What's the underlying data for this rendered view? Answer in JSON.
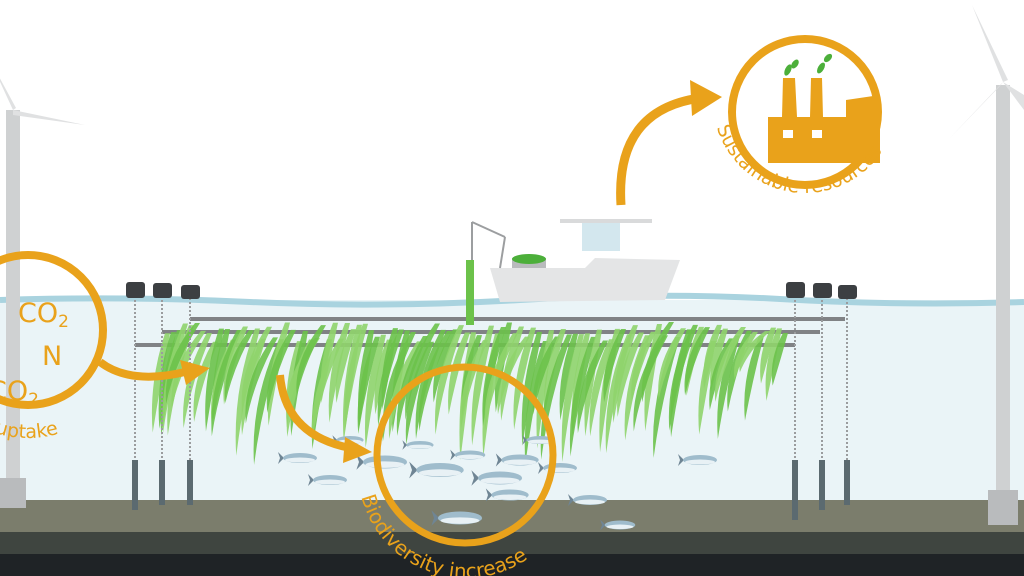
{
  "colors": {
    "accent": "#E9A21B",
    "kelp": "#6cc24a",
    "water": "#eaf4f7",
    "waterline": "#a9d3df",
    "seabed": "#7b7d6c"
  },
  "left_circle": {
    "items": [
      "CO",
      "N",
      "CO"
    ],
    "subscript": "2",
    "caption": "rogen uptake"
  },
  "factory_circle": {
    "icon": "factory-icon",
    "caption": "Sustainable resources"
  },
  "biodiversity_circle": {
    "icon": "fish-icon",
    "caption": "Biodiversity increase"
  }
}
